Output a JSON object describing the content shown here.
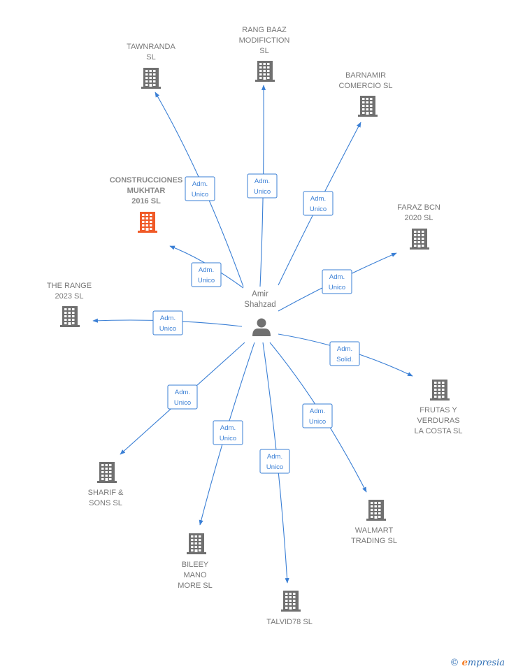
{
  "colors": {
    "edge": "#3a7fd5",
    "building": "#707070",
    "building_focus": "#f05a28",
    "label": "#777777"
  },
  "center": {
    "name_lines": [
      "Amir",
      "Shahzad"
    ],
    "icon": "person-icon"
  },
  "companies": [
    {
      "id": "tawnranda",
      "lines": [
        "TAWNRANDA",
        "SL"
      ],
      "role": [
        "Adm.",
        "Unico"
      ],
      "focus": false
    },
    {
      "id": "rang-baaz",
      "lines": [
        "RANG BAAZ",
        "MODIFICTION",
        "SL"
      ],
      "role": [
        "Adm.",
        "Unico"
      ],
      "focus": false
    },
    {
      "id": "barnamir",
      "lines": [
        "BARNAMIR",
        "COMERCIO  SL"
      ],
      "role": [
        "Adm.",
        "Unico"
      ],
      "focus": false
    },
    {
      "id": "construcciones",
      "lines": [
        "CONSTRUCCIONES",
        "MUKHTAR",
        "2016  SL"
      ],
      "role": [
        "Adm.",
        "Unico"
      ],
      "focus": true
    },
    {
      "id": "faraz",
      "lines": [
        "FARAZ BCN",
        "2020  SL"
      ],
      "role": [
        "Adm.",
        "Unico"
      ],
      "focus": false
    },
    {
      "id": "the-range",
      "lines": [
        "THE RANGE",
        "2023  SL"
      ],
      "role": [
        "Adm.",
        "Unico"
      ],
      "focus": false
    },
    {
      "id": "frutas",
      "lines": [
        "FRUTAS Y",
        "VERDURAS",
        "LA COSTA  SL"
      ],
      "role": [
        "Adm.",
        "Solid."
      ],
      "focus": false
    },
    {
      "id": "sharif",
      "lines": [
        "SHARIF &",
        "SONS  SL"
      ],
      "role": [
        "Adm.",
        "Unico"
      ],
      "focus": false
    },
    {
      "id": "walmart",
      "lines": [
        "WALMART",
        "TRADING  SL"
      ],
      "role": [
        "Adm.",
        "Unico"
      ],
      "focus": false
    },
    {
      "id": "bileey",
      "lines": [
        "BILEEY",
        "MANO",
        "MORE  SL"
      ],
      "role": [
        "Adm.",
        "Unico"
      ],
      "focus": false
    },
    {
      "id": "talvid78",
      "lines": [
        "TALVID78  SL"
      ],
      "role": [
        "Adm.",
        "Unico"
      ],
      "focus": false
    }
  ],
  "footer": {
    "copyright": "©",
    "brand_initial": "e",
    "brand_rest": "mpresia"
  }
}
